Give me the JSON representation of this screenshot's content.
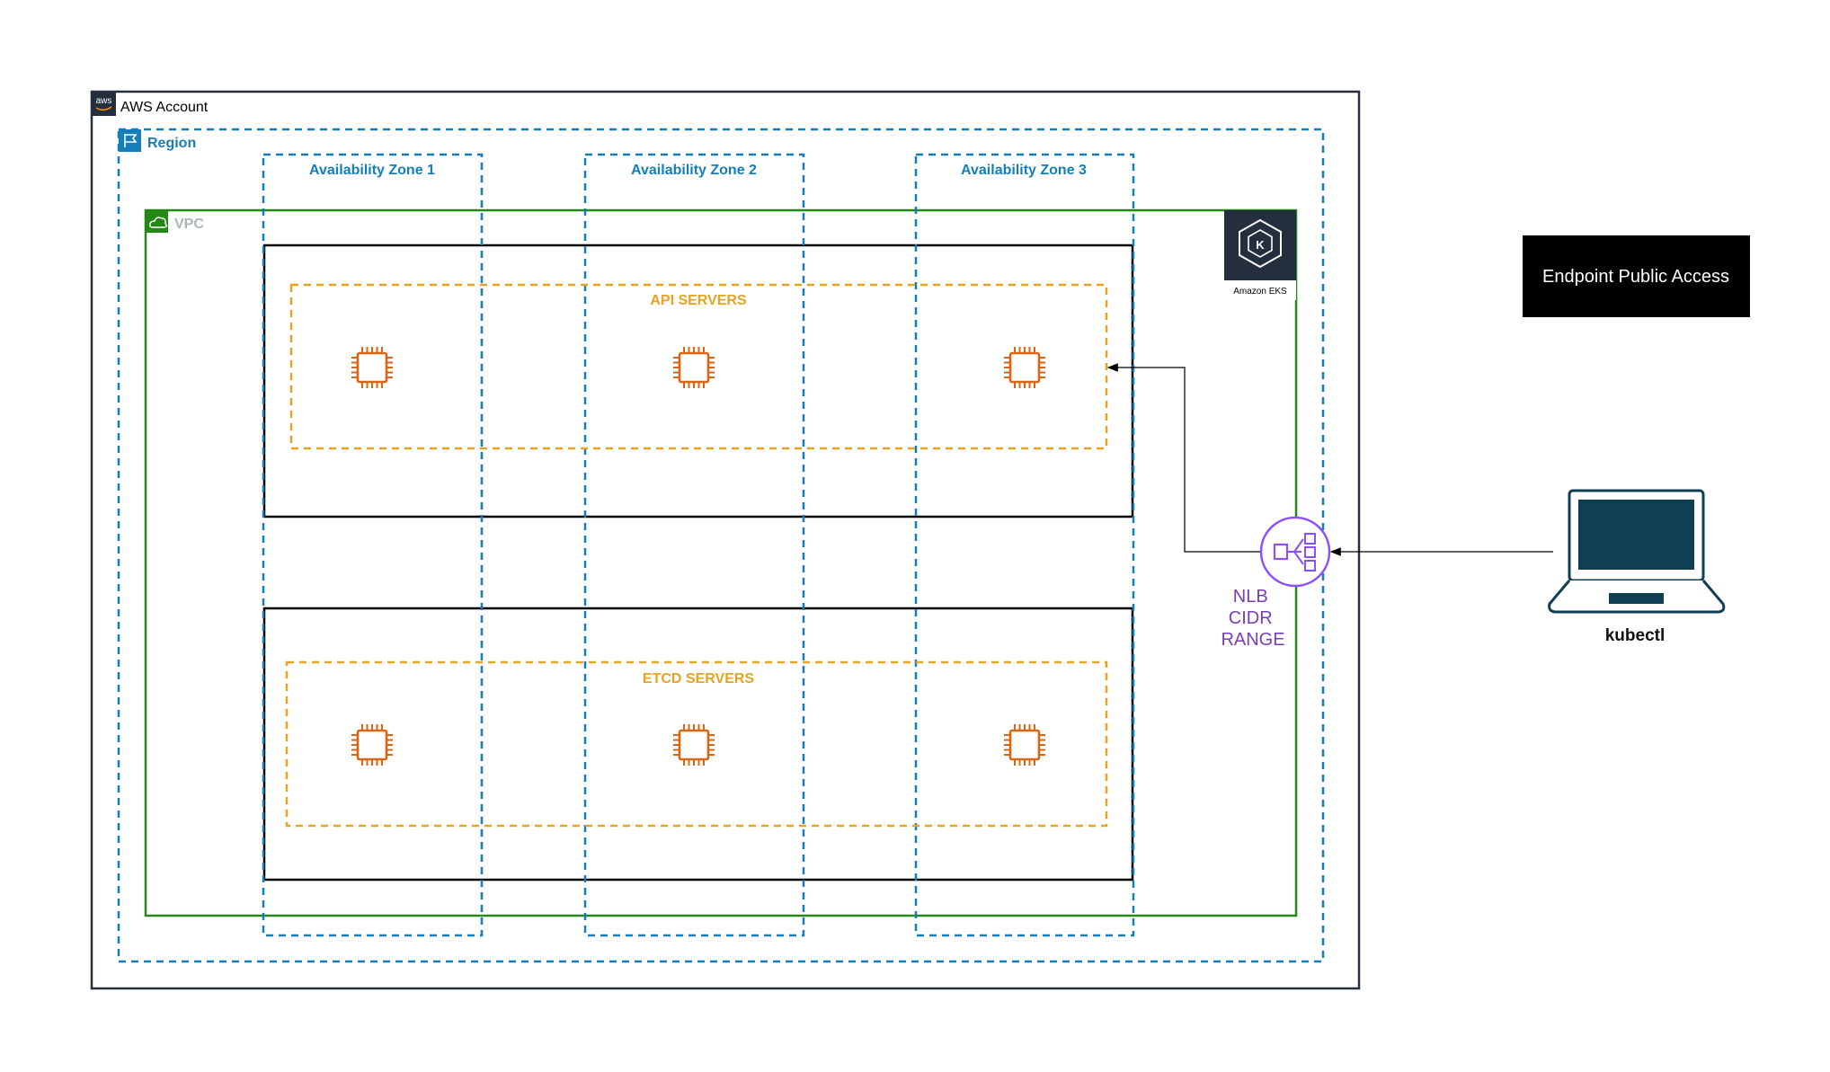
{
  "account": {
    "label": "AWS Account",
    "logo_text": "aws"
  },
  "region": {
    "label": "Region"
  },
  "vpc": {
    "label": "VPC"
  },
  "zones": [
    {
      "label": "Availability Zone 1"
    },
    {
      "label": "Availability Zone 2"
    },
    {
      "label": "Availability Zone 3"
    }
  ],
  "groups": {
    "api": {
      "label": "API SERVERS"
    },
    "etcd": {
      "label": "ETCD SERVERS"
    }
  },
  "eks": {
    "label": "Amazon EKS"
  },
  "nlb": {
    "line1": "NLB",
    "line2": "CIDR",
    "line3": "RANGE"
  },
  "endpoint": {
    "label": "Endpoint Public Access"
  },
  "client": {
    "label": "kubectl"
  },
  "icons": {
    "server": "processor-chip-icon",
    "eks": "amazon-eks-icon",
    "nlb": "network-load-balancer-icon",
    "client": "laptop-icon",
    "region": "region-flag-icon",
    "vpc": "vpc-cloud-icon",
    "account": "aws-logo-icon"
  },
  "colors": {
    "account_border": "#232f3e",
    "region_blue": "#147eba",
    "vpc_green": "#248814",
    "vpc_label": "#aab7b8",
    "group_orange": "#e7a322",
    "chip_orange": "#d86613",
    "nlb_purple": "#8c4fff",
    "client_teal": "#0f3f53"
  }
}
